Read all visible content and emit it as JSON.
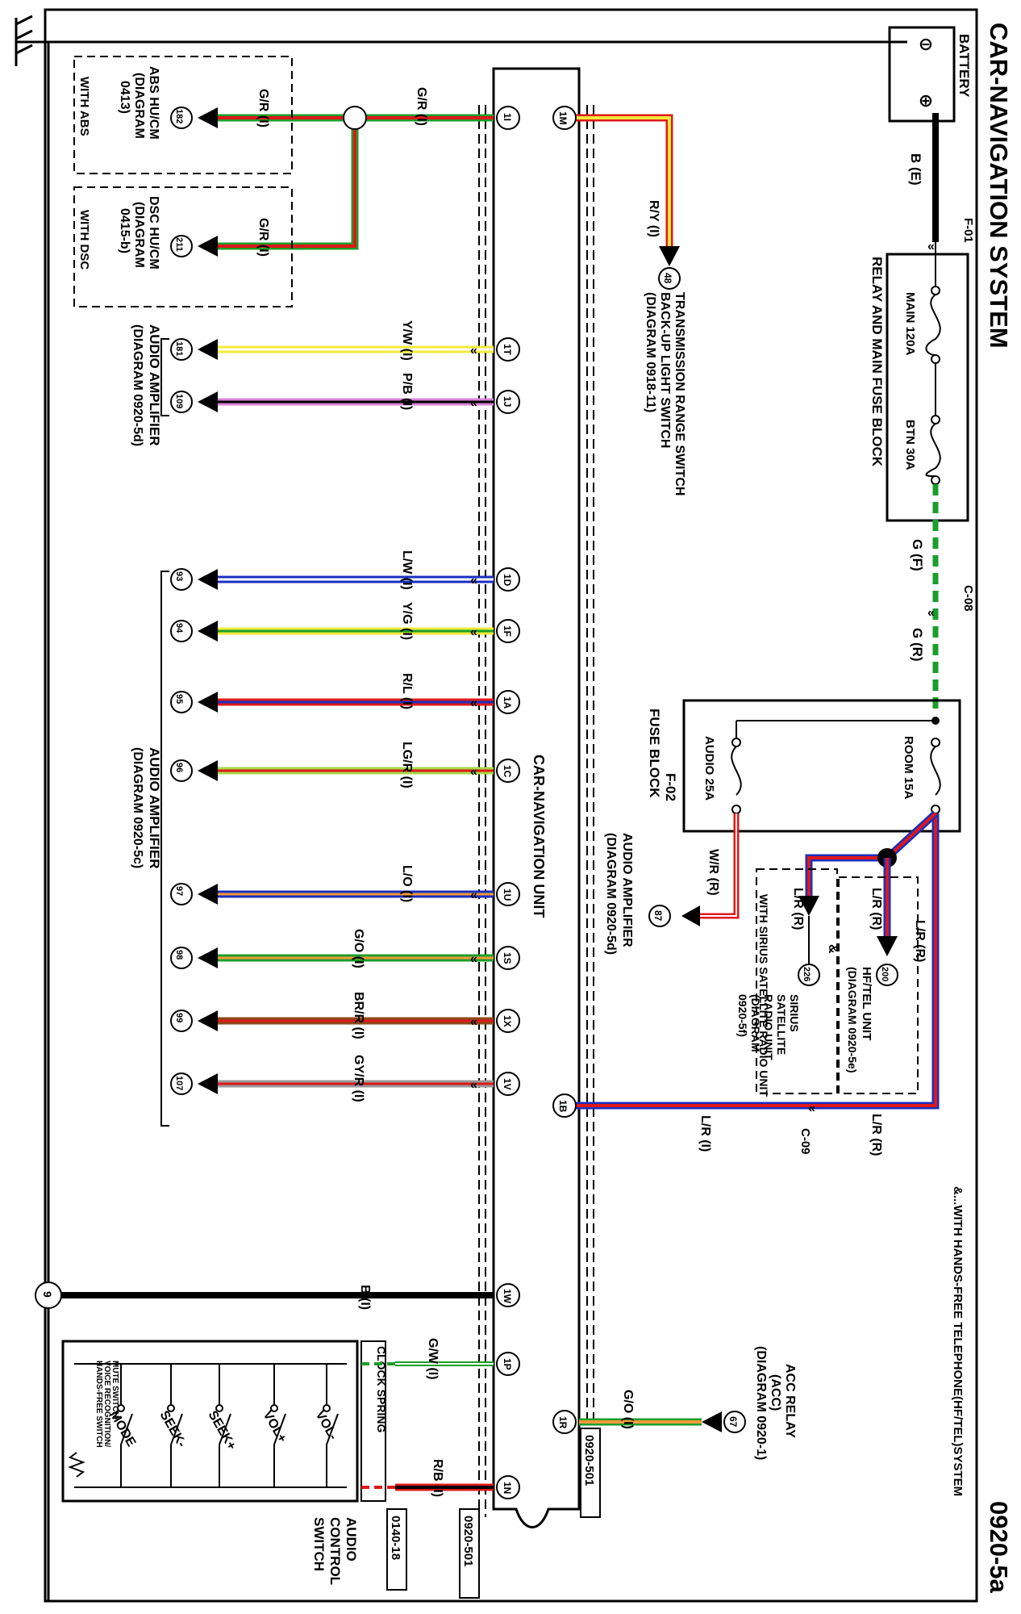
{
  "title": "CAR-NAVIGATION SYSTEM",
  "page_code": "0920-5a",
  "legend_note": "&...WITH HANDS-FREE TELEPHONE(HF/TEL)SYSTEM",
  "battery": {
    "label": "BATTERY",
    "minus": "⊖",
    "plus": "⊕",
    "wire": "B (E)"
  },
  "connectors": {
    "f01": "F-01",
    "c08": "C-08",
    "c09": "C-09"
  },
  "main_fuse_block": {
    "label": "RELAY AND MAIN FUSE BLOCK",
    "fuse1": "MAIN 120A",
    "fuse2": "BTN 30A"
  },
  "wire_g_f": "G (F)",
  "wire_g_r": "G (R)",
  "fuse_block_f02": {
    "code": "F-02",
    "label": "FUSE BLOCK",
    "fuse1": "ROOM 15A",
    "fuse2": "AUDIO 25A"
  },
  "wire_wr": "W/R (R)",
  "wire_lr_r": "L/R (R)",
  "wire_lr_r2": "L/R (R)",
  "wire_lr_r3": "L/R (R)",
  "wire_lr_r4": "L/R (R)",
  "wire_lr_i": "L/R (I)",
  "amp_87": {
    "num": "87",
    "label": "AUDIO AMPLIFIER",
    "ref": "(DIAGRAM 0920-5d)"
  },
  "hftel": {
    "num": "200",
    "label": "HF/TEL UNIT",
    "ref": "(DIAGRAM 0920-5e)"
  },
  "sirius": {
    "num": "226",
    "line1": "SIRIUS",
    "line2": "SATELLITE",
    "line3": "RADIO UNIT",
    "line4": "(DIAGRAM",
    "line5": "0920-5f)"
  },
  "with_sirius": "WITH SIRIUS SATELLITE RADIO UNIT",
  "amp_mark": "&",
  "nav_unit": "CAR-NAVIGATION UNIT",
  "trans": {
    "num": "48",
    "line1": "TRANSMISSION RANGE SWITCH",
    "line2": "BACK-UP LIGHT SWITCH",
    "line3": "(DIAGRAM 0918-11)",
    "wire": "R/Y (I)",
    "pin": "1M"
  },
  "abs": {
    "num": "182",
    "line1": "ABS HU/CM",
    "line2": "(DIAGRAM",
    "line3": "0413)",
    "with": "WITH ABS",
    "wire": "G/R (I)"
  },
  "dsc": {
    "num": "211",
    "line1": "DSC HU/CM",
    "line2": "(DIAGRAM",
    "line3": "0415-b)",
    "with": "WITH DSC",
    "wire": "G/R (I)"
  },
  "pin_1I": {
    "pin": "1I",
    "wire": "G/R (I)"
  },
  "amp_d": {
    "label": "AUDIO AMPLIFIER",
    "ref": "(DIAGRAM 0920-5d)"
  },
  "amp_c": {
    "label": "AUDIO AMPLIFIER",
    "ref": "(DIAGRAM 0920-5c)"
  },
  "lines": [
    {
      "pin": "1T",
      "num": "181",
      "wire": "Y/W (I)",
      "c1": "#f2ea3a",
      "c2": "#ffffff"
    },
    {
      "pin": "1J",
      "num": "109",
      "wire": "P/B (I)",
      "c1": "#d982d9",
      "c2": "#000000"
    },
    {
      "pin": "1D",
      "num": "93",
      "wire": "L/W (I)",
      "c1": "#1a2fbf",
      "c2": "#ffffff"
    },
    {
      "pin": "1F",
      "num": "94",
      "wire": "Y/G (I)",
      "c1": "#f2ea3a",
      "c2": "#1a9e2a"
    },
    {
      "pin": "1A",
      "num": "95",
      "wire": "R/L (I)",
      "c1": "#e01818",
      "c2": "#1a2fbf"
    },
    {
      "pin": "1C",
      "num": "96",
      "wire": "LG/R (I)",
      "c1": "#a6d94a",
      "c2": "#e01818"
    },
    {
      "pin": "1U",
      "num": "97",
      "wire": "L/O (I)",
      "c1": "#1a2fbf",
      "c2": "#f59a3a"
    },
    {
      "pin": "1S",
      "num": "98",
      "wire": "G/O (I)",
      "c1": "#1a9e2a",
      "c2": "#f59a3a"
    },
    {
      "pin": "1X",
      "num": "99",
      "wire": "BR/R (I)",
      "c1": "#8a4a1a",
      "c2": "#e01818"
    },
    {
      "pin": "1V",
      "num": "107",
      "wire": "GY/R (I)",
      "c1": "#9a9a9a",
      "c2": "#e01818"
    }
  ],
  "pin_1B": "1B",
  "pin_1W": {
    "pin": "1W",
    "wire": "B (I)",
    "ground": "9"
  },
  "pin_1P": {
    "pin": "1P",
    "wire": "G/W (I)"
  },
  "pin_1R": {
    "pin": "1R",
    "wire": "G/O (I)"
  },
  "pin_1N": {
    "pin": "1N",
    "wire": "R/B (I)"
  },
  "acc": {
    "num": "67",
    "line1": "ACC RELAY",
    "line2": "(ACC)",
    "line3": "(DIAGRAM 0920-1)"
  },
  "clock_spring": "CLOCK SPRING",
  "audio_switch": {
    "line1": "AUDIO",
    "line2": "CONTROL",
    "line3": "SWITCH",
    "switches": [
      "VOL-",
      "VOL+",
      "SEEK+",
      "SEEK-",
      "MODE"
    ],
    "mute1": "MUTE SWITCH/",
    "mute2": "VOICE RECOGNITION/",
    "mute3": "HANDS-FREE SWITCH"
  },
  "ref_boxes": {
    "r1": "0920-501",
    "r2": "0920-501",
    "r3": "0140-18"
  }
}
